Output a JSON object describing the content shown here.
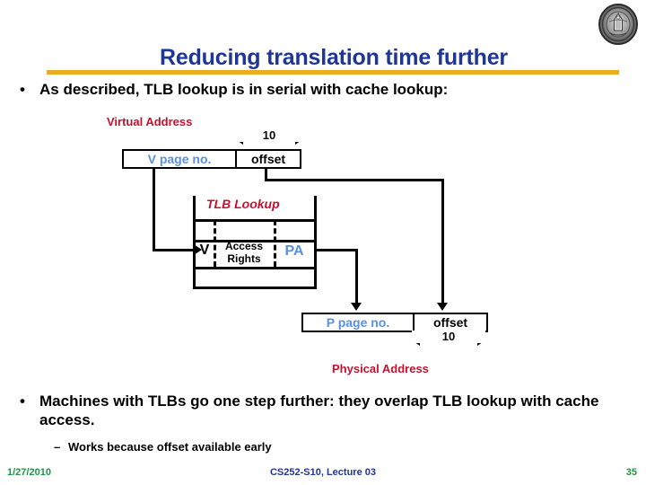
{
  "slide": {
    "title": "Reducing translation time further",
    "accent_blue": "#1F3699",
    "accent_gold": "#E8AF1E",
    "accent_red": "#C8102E",
    "accent_green": "#1E9641",
    "cell_blue": "#5B8FE0"
  },
  "logo": {
    "name": "university-seal"
  },
  "bullets": {
    "level1_a": {
      "marker": "•",
      "text": "As described, TLB lookup is in serial with cache lookup:"
    },
    "level1_b": {
      "marker": "•",
      "text": "Machines with TLBs go one step further: they overlap TLB lookup with cache access."
    },
    "level2_a": {
      "marker": "–",
      "text": "Works because offset available early"
    }
  },
  "diagram": {
    "virtual_address_label": "Virtual Address",
    "physical_address_label": "Physical Address",
    "tlb_lookup_label": "TLB Lookup",
    "virtual_address_fields": [
      {
        "label": "V page no.",
        "color": "blue"
      },
      {
        "label": "offset",
        "color": "black"
      }
    ],
    "physical_address_fields": [
      {
        "label": "P page no.",
        "color": "blue"
      },
      {
        "label": "offset",
        "color": "black"
      }
    ],
    "offset_width_top": "10",
    "offset_width_bottom": "10",
    "tlb_entry": [
      {
        "label": "V",
        "color": "black"
      },
      {
        "label": "Access Rights",
        "color": "black"
      },
      {
        "label": "PA",
        "color": "blue"
      }
    ],
    "tlb_entry_access_rights_line1": "Access",
    "tlb_entry_access_rights_line2": "Rights"
  },
  "footer": {
    "date": "1/27/2010",
    "center": "CS252-S10, Lecture 03",
    "page": "35"
  }
}
